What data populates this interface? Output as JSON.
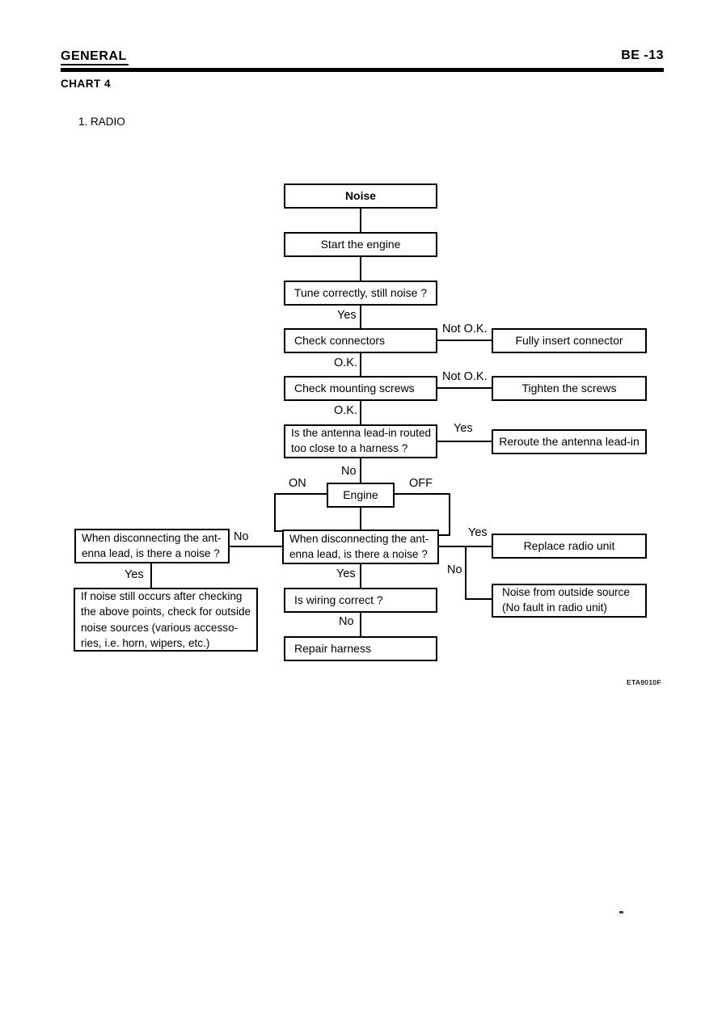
{
  "header": {
    "section_title": "GENERAL",
    "page_number": "BE -13"
  },
  "chart": {
    "title": "CHART 4",
    "subtitle": "1. RADIO",
    "figure_code": "ETA9010F"
  },
  "labels": {
    "yes": "Yes",
    "no": "No",
    "ok": "O.K.",
    "not_ok": "Not O.K.",
    "on": "ON",
    "off": "OFF"
  },
  "nodes": {
    "noise": {
      "text": "Noise"
    },
    "start_engine": {
      "text": "Start the engine"
    },
    "tune_correctly": {
      "text": "Tune correctly, still noise ?"
    },
    "check_connectors": {
      "text": "Check connectors"
    },
    "fully_insert_connector": {
      "text": "Fully insert connector"
    },
    "check_mounting_screws": {
      "text": "Check mounting screws"
    },
    "tighten_screws": {
      "text": "Tighten the screws"
    },
    "antenna_lead_in": {
      "lines": [
        "Is the antenna lead-in routed",
        "too close to a harness ?"
      ]
    },
    "reroute_antenna": {
      "text": "Reroute the antenna lead-in"
    },
    "engine": {
      "text": "Engine"
    },
    "disconnect_antenna_left": {
      "lines": [
        "When disconnecting the ant-",
        "enna lead, is there a noise ?"
      ]
    },
    "disconnect_antenna_center": {
      "lines": [
        "When disconnecting the ant-",
        "enna lead, is there a noise ?"
      ]
    },
    "replace_radio_unit": {
      "text": "Replace radio unit"
    },
    "outside_source": {
      "lines": [
        "Noise from outside source",
        "(No fault in radio unit)"
      ]
    },
    "is_wiring_correct": {
      "text": "Is wiring correct ?"
    },
    "repair_harness": {
      "text": "Repair harness"
    },
    "outside_noise_check": {
      "lines": [
        "If noise still occurs after checking",
        "the above points, check for outside",
        "noise sources (various accesso-",
        "ries, i.e. horn, wipers, etc.)"
      ]
    }
  }
}
